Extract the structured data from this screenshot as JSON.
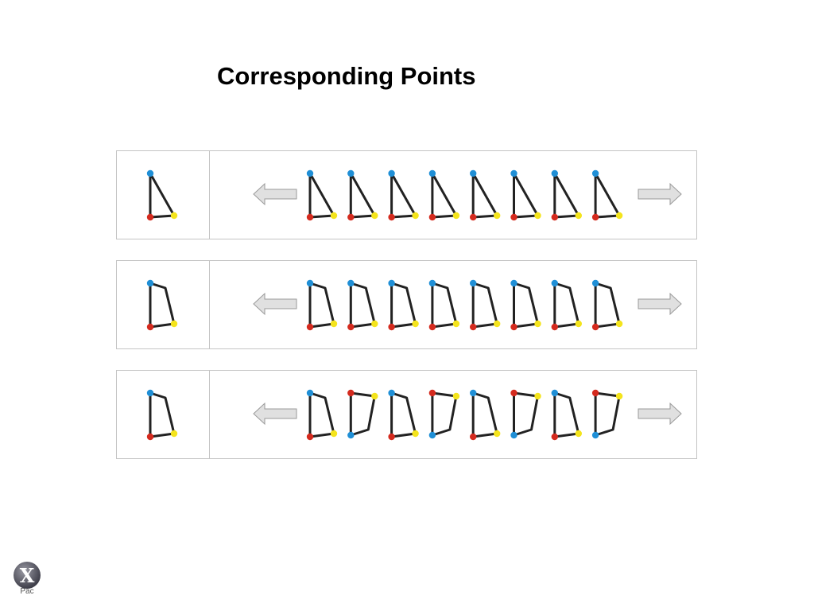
{
  "title": "Corresponding Points",
  "logo": {
    "letter": "X",
    "label": "Pac"
  },
  "colors": {
    "first_point": "#1f8fd6",
    "second_point": "#d42a1e",
    "third_point": "#f4e41c",
    "fourth_vertex_fill": "none",
    "stroke": "#222222",
    "arrow_fill": "#e0e0e0",
    "arrow_stroke": "#9a9a9a",
    "border": "#c4c4c4"
  },
  "rows": [
    {
      "name": "triangle-row",
      "reference": {
        "shape": "triangle",
        "orientation": "normal"
      },
      "sequence": [
        {
          "shape": "triangle",
          "orientation": "normal"
        },
        {
          "shape": "triangle",
          "orientation": "normal"
        },
        {
          "shape": "triangle",
          "orientation": "normal"
        },
        {
          "shape": "triangle",
          "orientation": "normal"
        },
        {
          "shape": "triangle",
          "orientation": "normal"
        },
        {
          "shape": "triangle",
          "orientation": "normal"
        },
        {
          "shape": "triangle",
          "orientation": "normal"
        },
        {
          "shape": "triangle",
          "orientation": "normal"
        }
      ],
      "arrows": [
        "left",
        "right"
      ]
    },
    {
      "name": "quad-row",
      "reference": {
        "shape": "quad",
        "orientation": "normal"
      },
      "sequence": [
        {
          "shape": "quad",
          "orientation": "normal"
        },
        {
          "shape": "quad",
          "orientation": "normal"
        },
        {
          "shape": "quad",
          "orientation": "normal"
        },
        {
          "shape": "quad",
          "orientation": "normal"
        },
        {
          "shape": "quad",
          "orientation": "normal"
        },
        {
          "shape": "quad",
          "orientation": "normal"
        },
        {
          "shape": "quad",
          "orientation": "normal"
        },
        {
          "shape": "quad",
          "orientation": "normal"
        }
      ],
      "arrows": [
        "left",
        "right"
      ]
    },
    {
      "name": "alternating-quad-row",
      "reference": {
        "shape": "quad",
        "orientation": "normal"
      },
      "sequence": [
        {
          "shape": "quad",
          "orientation": "normal"
        },
        {
          "shape": "quad",
          "orientation": "flipped"
        },
        {
          "shape": "quad",
          "orientation": "normal"
        },
        {
          "shape": "quad",
          "orientation": "flipped"
        },
        {
          "shape": "quad",
          "orientation": "normal"
        },
        {
          "shape": "quad",
          "orientation": "flipped"
        },
        {
          "shape": "quad",
          "orientation": "normal"
        },
        {
          "shape": "quad",
          "orientation": "flipped"
        }
      ],
      "arrows": [
        "left",
        "right"
      ]
    }
  ]
}
